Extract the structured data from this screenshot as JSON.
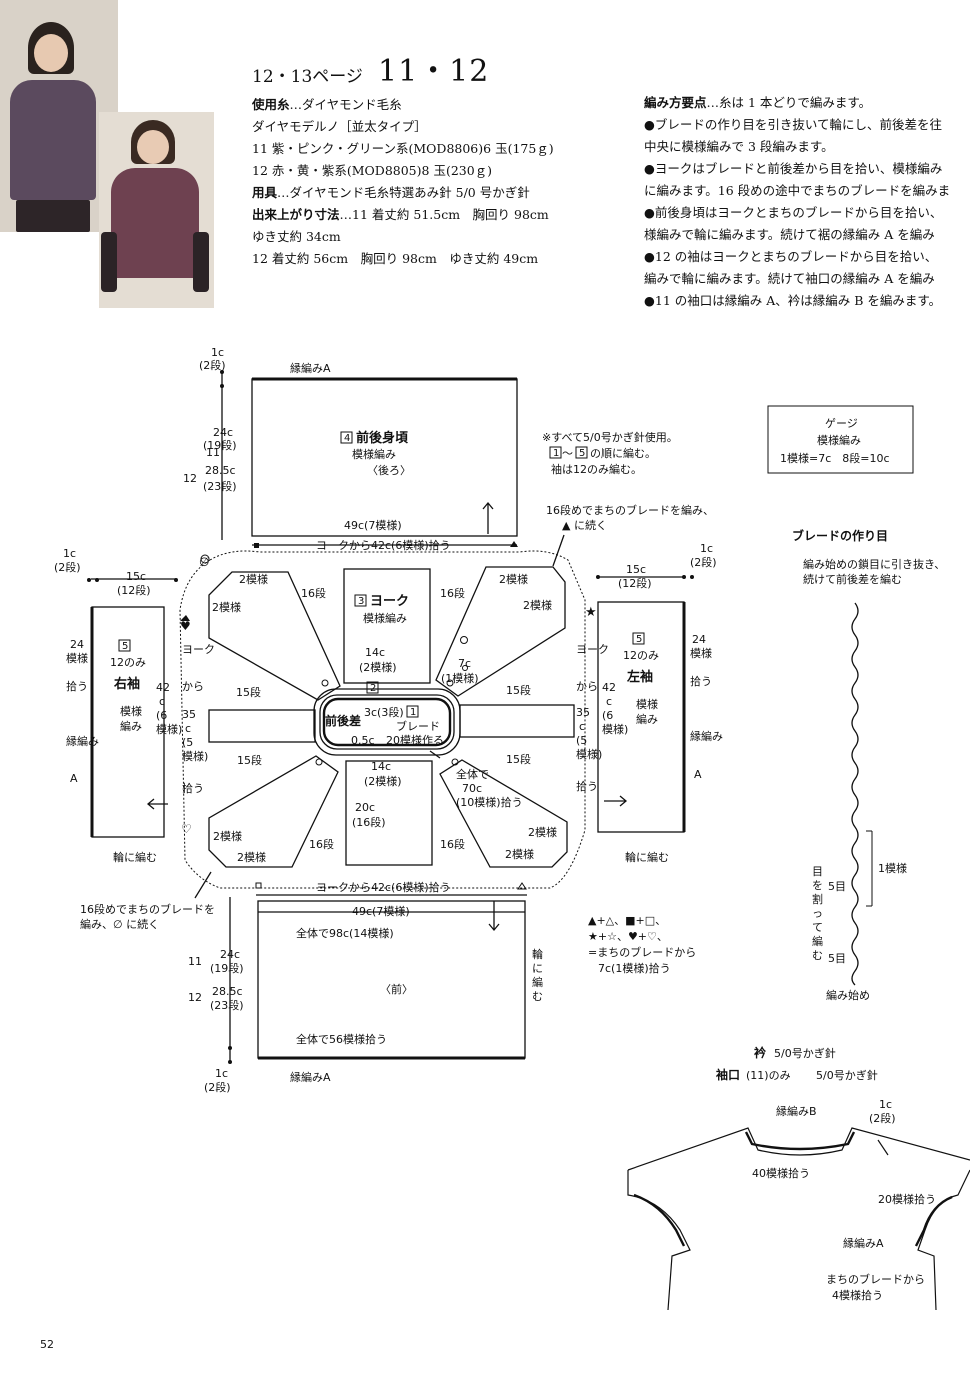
{
  "header": {
    "page_ref": "12・13ページ",
    "item_numbers": "11・12"
  },
  "specs": {
    "yarn_label": "使用糸",
    "yarn_text": "…ダイヤモンド毛糸",
    "yarn_name": "ダイヤモデルノ［並太タイプ］",
    "line11": "11 紫・ピンク・グリーン系(MOD8806)6 玉(175ｇ)",
    "line12": "12 赤・黄・紫系(MOD8805)8 玉(230ｇ)",
    "tool_label": "用具",
    "tool_text": "…ダイヤモンド毛糸特選あみ針 5/0 号かぎ針",
    "size_label": "出来上がり寸法",
    "size_text": "…11 着丈約 51.5cm　胸回り 98cm",
    "size_line2": "ゆき丈約 34cm",
    "size_line3": "12 着丈約 56cm　胸回り 98cm　ゆき丈約 49cm"
  },
  "knitting_points": {
    "title": "編み方要点",
    "title_rest": "…糸は 1 本どりで編みます。",
    "lines": [
      "●ブレードの作り目を引き抜いて輪にし、前後差を往",
      "中央に模様編みで 3 段編みます。",
      "●ヨークはブレードと前後差から目を拾い、模様編み",
      "に編みます。16 段めの途中でまちのブレードを編みま",
      "●前後身頃はヨークとまちのブレードから目を拾い、",
      "様編みで輪に編みます。続けて裾の縁編み A を編み",
      "●12 の袖はヨークとまちのブレードから目を拾い、",
      "編みで輪に編みます。続けて袖口の縁編み A を編み",
      "●11 の袖口は縁編み A、衿は縁編み B を編みます。"
    ]
  },
  "gauge": {
    "title": "ゲージ",
    "pattern": "模様編み",
    "value": "1模様=7c　8段=10c"
  },
  "braid": {
    "title": "ブレードの作り目",
    "note1": "編み始めの鎖目に引き抜き、",
    "note2": "続けて前後差を編む",
    "one_pattern": "1模様",
    "split_1": "目",
    "split_2": "を",
    "split_3": "割",
    "split_4": "っ",
    "split_5": "て",
    "split_6": "編",
    "split_7": "む",
    "five_a": "5目",
    "five_b": "5目",
    "start": "編み始め"
  },
  "notes": {
    "all_hook": "※すべて5/0号かぎ針使用。",
    "order_num_a": "1",
    "order_sep": "～",
    "order_num_b": "5",
    "order": "の順に編む。",
    "sleeve_only": "袖は12のみ編む。",
    "machi_16_1": "16段めでまちのブレードを編み、",
    "machi_16_2": "に続く",
    "machi_16b_1": "16段めでまちのブレードを",
    "machi_16b_2": "編み、∅ に続く",
    "symbols_1": "▲+△、■+□、",
    "symbols_2": "★+☆、♥+♡、",
    "symbols_3": "=まちのブレードから",
    "symbols_4": "7c(1模様)拾う"
  },
  "diagram": {
    "edge_a": "縁編みA",
    "c1": "1c",
    "dan2": "(2段)",
    "num11": "11",
    "num12": "12",
    "c24": "24c",
    "dan19": "(19段)",
    "c285": "28.5c",
    "dan23": "(23段)",
    "body_num": "4",
    "body_title": "前後身頃",
    "body_pattern": "模様編み",
    "back": "〈後ろ〉",
    "front": "〈前〉",
    "c49": "49c(7模様)",
    "yoke_pick": "ヨークから42c(6模様)拾う",
    "yoke_num": "3",
    "yoke_title": "ヨーク",
    "yoke_pattern": "模様編み",
    "mod2": "2模様",
    "dan16": "16段",
    "dan15": "15段",
    "c14": "14c",
    "mod2p": "(2模様)",
    "c7": "7c",
    "mod1p": "(1模様)",
    "c20": "20c",
    "dan16p": "(16段)",
    "c3": "3c(3段)",
    "c05": "0.5c",
    "fb_num": "2",
    "fb": "前後差",
    "braid_num": "1",
    "braid_1": "ブレード",
    "braid_2": "20模様作る",
    "total70_1": "全体で",
    "total70_2": "70c",
    "total70_3": "(10模様)拾う",
    "total98": "全体で98c(14模様)",
    "total56": "全体で56模様拾う",
    "c15": "15c",
    "dan12": "(12段)",
    "sleeve_num": "5",
    "only12": "12のみ",
    "right_sleeve": "右袖",
    "left_sleeve": "左袖",
    "sl_pattern_1": "模様",
    "sl_pattern_2": "編み",
    "sl_24_1": "24",
    "sl_24_2": "模様",
    "sl_24_3": "拾う",
    "sl_edge_1": "縁編み",
    "sl_edge_2": "A",
    "sl_42_1": "42",
    "sl_42_2": "c",
    "sl_42_3": "(6",
    "sl_42_4": "模様)",
    "sl_35_1": "ヨーク",
    "sl_35_2": "から",
    "sl_35_3": "35",
    "sl_35_4": "c",
    "sl_35_5": "(5",
    "sl_35_6": "模様)",
    "sl_35_7": "拾う",
    "round": "輪に編む",
    "round_v1": "輪",
    "round_v2": "に",
    "round_v3": "編",
    "round_v4": "む"
  },
  "collar": {
    "title": "衿",
    "hook": "5/0号かぎ針",
    "cuff_title": "袖口",
    "cuff_only": "(11)のみ",
    "cuff_hook": "5/0号かぎ針",
    "edge_b": "縁編みB",
    "c1": "1c",
    "dan2": "(2段)",
    "pick40": "40模様拾う",
    "pick20": "20模様拾う",
    "edge_a": "縁編みA",
    "machi_1": "まちのブレードから",
    "machi_2": "4模様拾う"
  },
  "page_number": "52"
}
